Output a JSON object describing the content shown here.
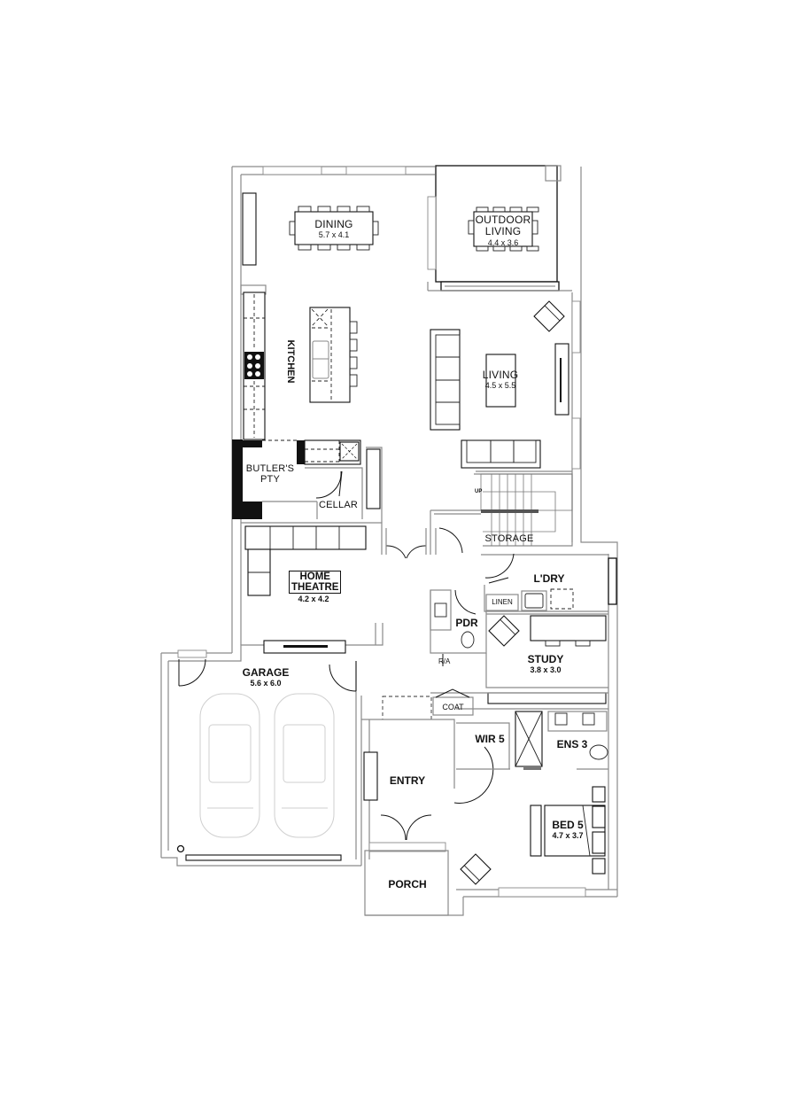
{
  "plan": {
    "rooms": [
      {
        "id": "dining",
        "name": "DINING",
        "dims": "5.7 x 4.1"
      },
      {
        "id": "outdoor-living",
        "name": "OUTDOOR",
        "name2": "LIVING",
        "dims": "4.4 x 3.6"
      },
      {
        "id": "kitchen",
        "name": "KITCHEN"
      },
      {
        "id": "living",
        "name": "LIVING",
        "dims": "4.5 x 5.5"
      },
      {
        "id": "butlers-pantry",
        "name": "BUTLER'S",
        "name2": "PTY"
      },
      {
        "id": "cellar",
        "name": "CELLAR"
      },
      {
        "id": "storage",
        "name": "STORAGE"
      },
      {
        "id": "home-theatre",
        "name": "HOME",
        "name2": "THEATRE",
        "dims": "4.2 x 4.2"
      },
      {
        "id": "laundry",
        "name": "L'DRY"
      },
      {
        "id": "linen",
        "name": "LINEN"
      },
      {
        "id": "powder-room",
        "name": "PDR"
      },
      {
        "id": "study",
        "name": "STUDY",
        "dims": "3.8 x 3.0"
      },
      {
        "id": "garage",
        "name": "GARAGE",
        "dims": "5.6 x 6.0"
      },
      {
        "id": "coat",
        "name": "COAT"
      },
      {
        "id": "wir",
        "name": "WIR 5"
      },
      {
        "id": "ensuite",
        "name": "ENS 3"
      },
      {
        "id": "entry",
        "name": "ENTRY"
      },
      {
        "id": "bed5",
        "name": "BED 5",
        "dims": "4.7 x 3.7"
      },
      {
        "id": "porch",
        "name": "PORCH"
      }
    ],
    "annotations": {
      "stair_up": "UP",
      "return_air": "R/A"
    },
    "colors": {
      "wall": "#8a8a8a",
      "furniture": "#111111",
      "car_outline": "#cfcfcf",
      "background": "#ffffff"
    }
  }
}
